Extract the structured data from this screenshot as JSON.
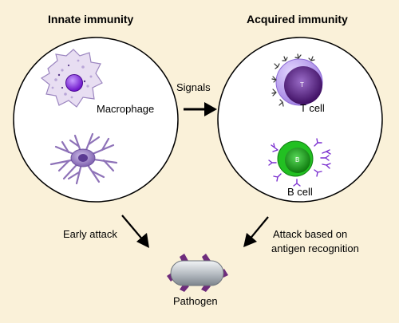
{
  "diagram": {
    "headers": {
      "innate": "Innate immunity",
      "acquired": "Acquired immunity"
    },
    "labels": {
      "macrophage": "Macrophage",
      "signals": "Signals",
      "t_cell": "T cell",
      "t_cell_glyph": "T",
      "b_cell": "B cell",
      "b_cell_glyph": "B",
      "early_attack": "Early attack",
      "attack_antigen_line1": "Attack based on",
      "attack_antigen_line2": "antigen recognition",
      "pathogen": "Pathogen"
    },
    "colors": {
      "background": "#FAF1D9",
      "circle_fill": "#FFFFFF",
      "circle_stroke": "#000000",
      "macrophage_body": "#E6DCF0",
      "macrophage_nucleus": "#7A22D0",
      "dendritic_cell": "#8E72B8",
      "t_cell_outer": "#B8A0E8",
      "t_cell_core": "#4E1A7A",
      "b_cell_outer": "#22C022",
      "b_cell_core": "#138A13",
      "antibody": "#7A2ECF",
      "pathogen_body": "#B9BEC4",
      "pathogen_spikes": "#6E2C7C"
    }
  }
}
